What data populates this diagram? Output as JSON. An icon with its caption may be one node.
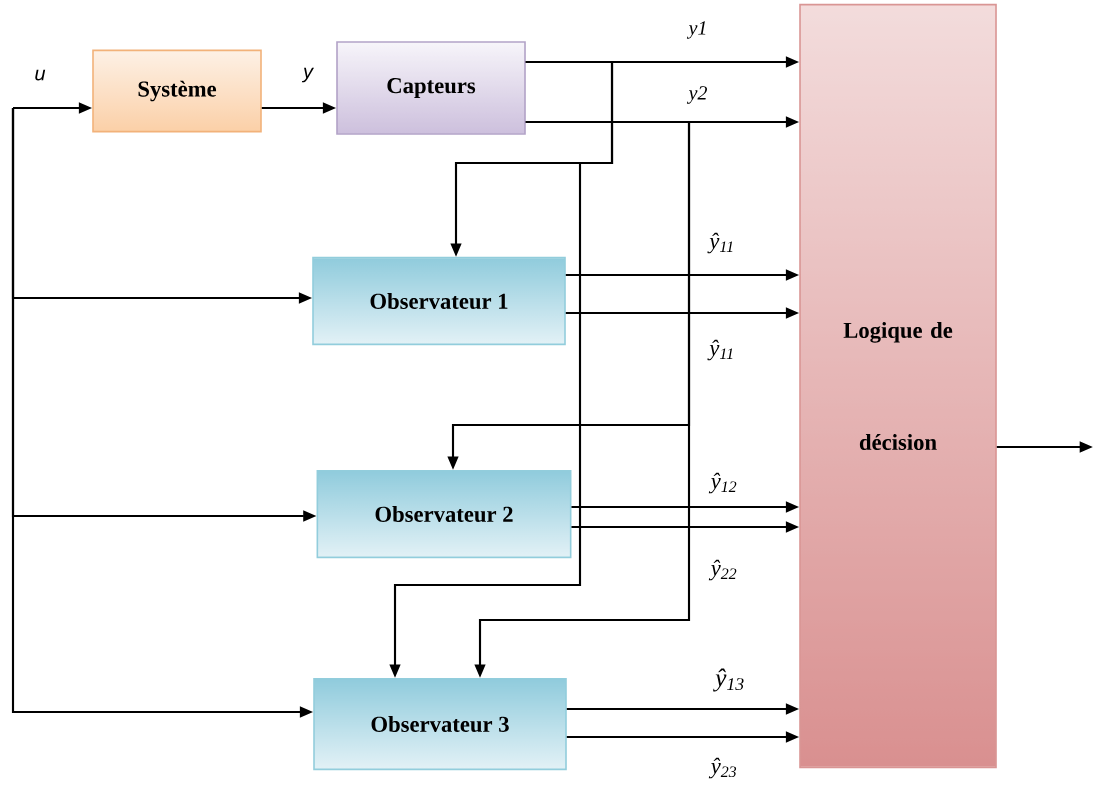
{
  "diagram": {
    "nodes": [
      {
        "text": [
          "Système"
        ]
      },
      {
        "text": [
          "Capteurs"
        ]
      },
      {
        "text": [
          "Observateur 1"
        ]
      },
      {
        "text": [
          "Observateur 2"
        ]
      },
      {
        "text": [
          "Observateur 3"
        ]
      },
      {
        "text": [
          "Logique de décision"
        ]
      }
    ],
    "edges": [
      {
        "from": null,
        "to": 0,
        "arrow": "to",
        "label": "u"
      },
      {
        "from": 0,
        "to": 1,
        "arrow": "to",
        "label": "y"
      },
      {
        "from": 1,
        "to": 5,
        "arrow": "to",
        "label": "y1"
      },
      {
        "from": 1,
        "to": 5,
        "arrow": "to",
        "label": "y2"
      },
      {
        "from": 1,
        "to": 2,
        "arrow": "to"
      },
      {
        "from": 1,
        "to": 4,
        "arrow": "to"
      },
      {
        "from": 1,
        "to": 3,
        "arrow": "to"
      },
      {
        "from": 1,
        "to": 4,
        "arrow": "to"
      },
      {
        "from": null,
        "to": 2,
        "arrow": "to"
      },
      {
        "from": null,
        "to": 3,
        "arrow": "to"
      },
      {
        "from": null,
        "to": 4,
        "arrow": "to"
      },
      {
        "from": 2,
        "to": 5,
        "arrow": "to",
        "label": "ŷ$_{11}$"
      },
      {
        "from": 2,
        "to": 5,
        "arrow": "to",
        "label": "ŷ$_{11}$"
      },
      {
        "from": 3,
        "to": 5,
        "arrow": "to",
        "label": "ŷ$_{12}$"
      },
      {
        "from": 3,
        "to": 5,
        "arrow": "to",
        "label": "ŷ$_{22}$"
      },
      {
        "from": 4,
        "to": 5,
        "arrow": "to",
        "label": "ŷ$_{13}$"
      },
      {
        "from": 4,
        "to": 5,
        "arrow": "to",
        "label": "ŷ$_{23}$"
      },
      {
        "from": 5,
        "to": null,
        "arrow": "to"
      }
    ]
  }
}
